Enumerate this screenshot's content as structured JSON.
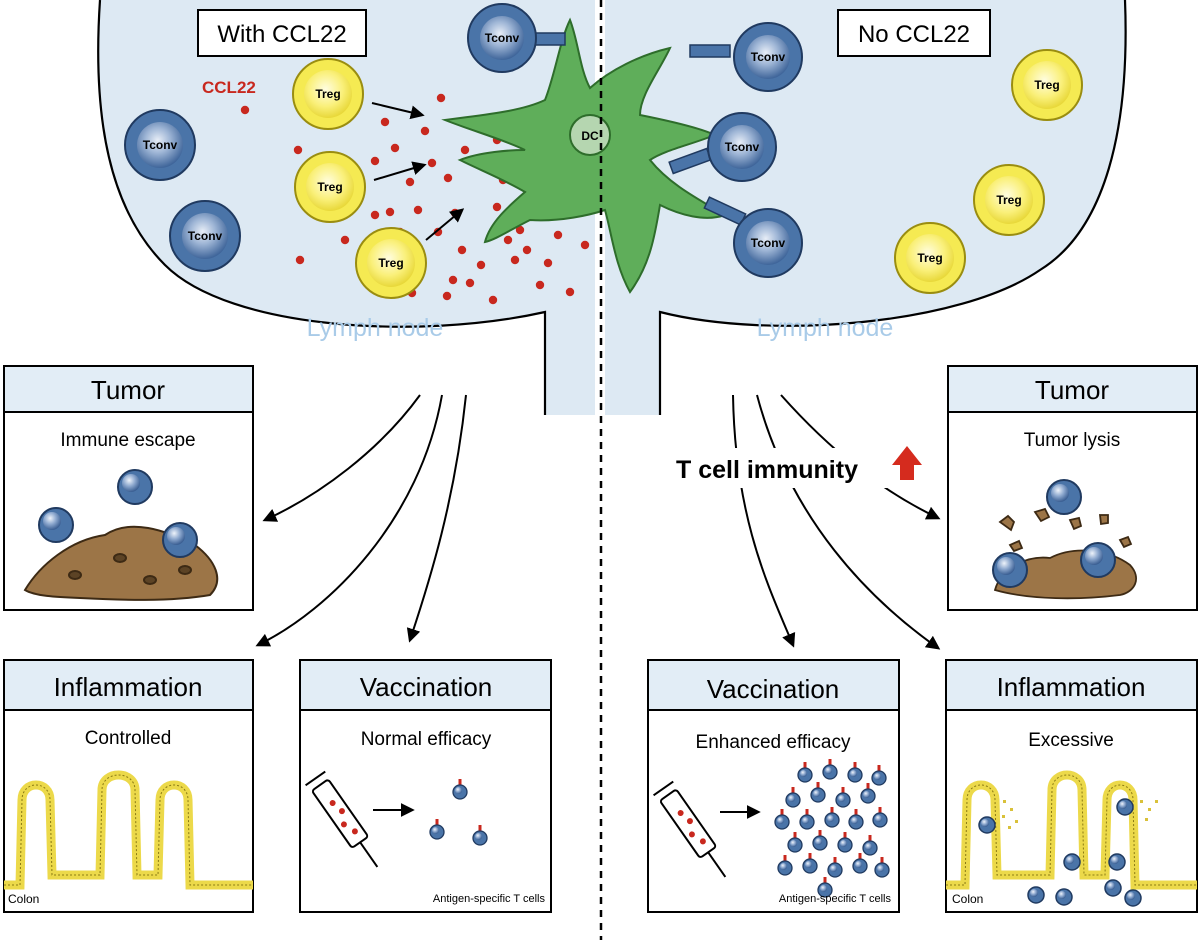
{
  "left_panel": {
    "heading": "With CCL22",
    "ccl22_label": "CCL22",
    "lymph_node_label": "Lymph node"
  },
  "right_panel": {
    "heading": "No CCL22",
    "lymph_node_label": "Lymph node",
    "t_cell_immunity_label": "T cell immunity"
  },
  "cells": {
    "tconv": "Tconv",
    "treg": "Treg",
    "dc": "DC"
  },
  "boxes": {
    "left_tumor": {
      "title": "Tumor",
      "subtitle": "Immune escape"
    },
    "left_inflammation": {
      "title": "Inflammation",
      "subtitle": "Controlled",
      "caption": "Colon"
    },
    "left_vaccination": {
      "title": "Vaccination",
      "subtitle": "Normal efficacy",
      "caption": "Antigen-specific T cells"
    },
    "right_tumor": {
      "title": "Tumor",
      "subtitle": "Tumor lysis"
    },
    "right_vaccination": {
      "title": "Vaccination",
      "subtitle": "Enhanced efficacy",
      "caption": "Antigen-specific T cells"
    },
    "right_inflammation": {
      "title": "Inflammation",
      "subtitle": "Excessive",
      "caption": "Colon"
    }
  },
  "colors": {
    "lymph_fill": "#dde9f3",
    "tconv": "#4a74a8",
    "treg": "#f5ea52",
    "dc": "#5fae5a",
    "ccl22": "#c8281e",
    "box_header": "#e2edf6",
    "colon": "#ecd94a",
    "up_arrow": "#d52b1e"
  }
}
